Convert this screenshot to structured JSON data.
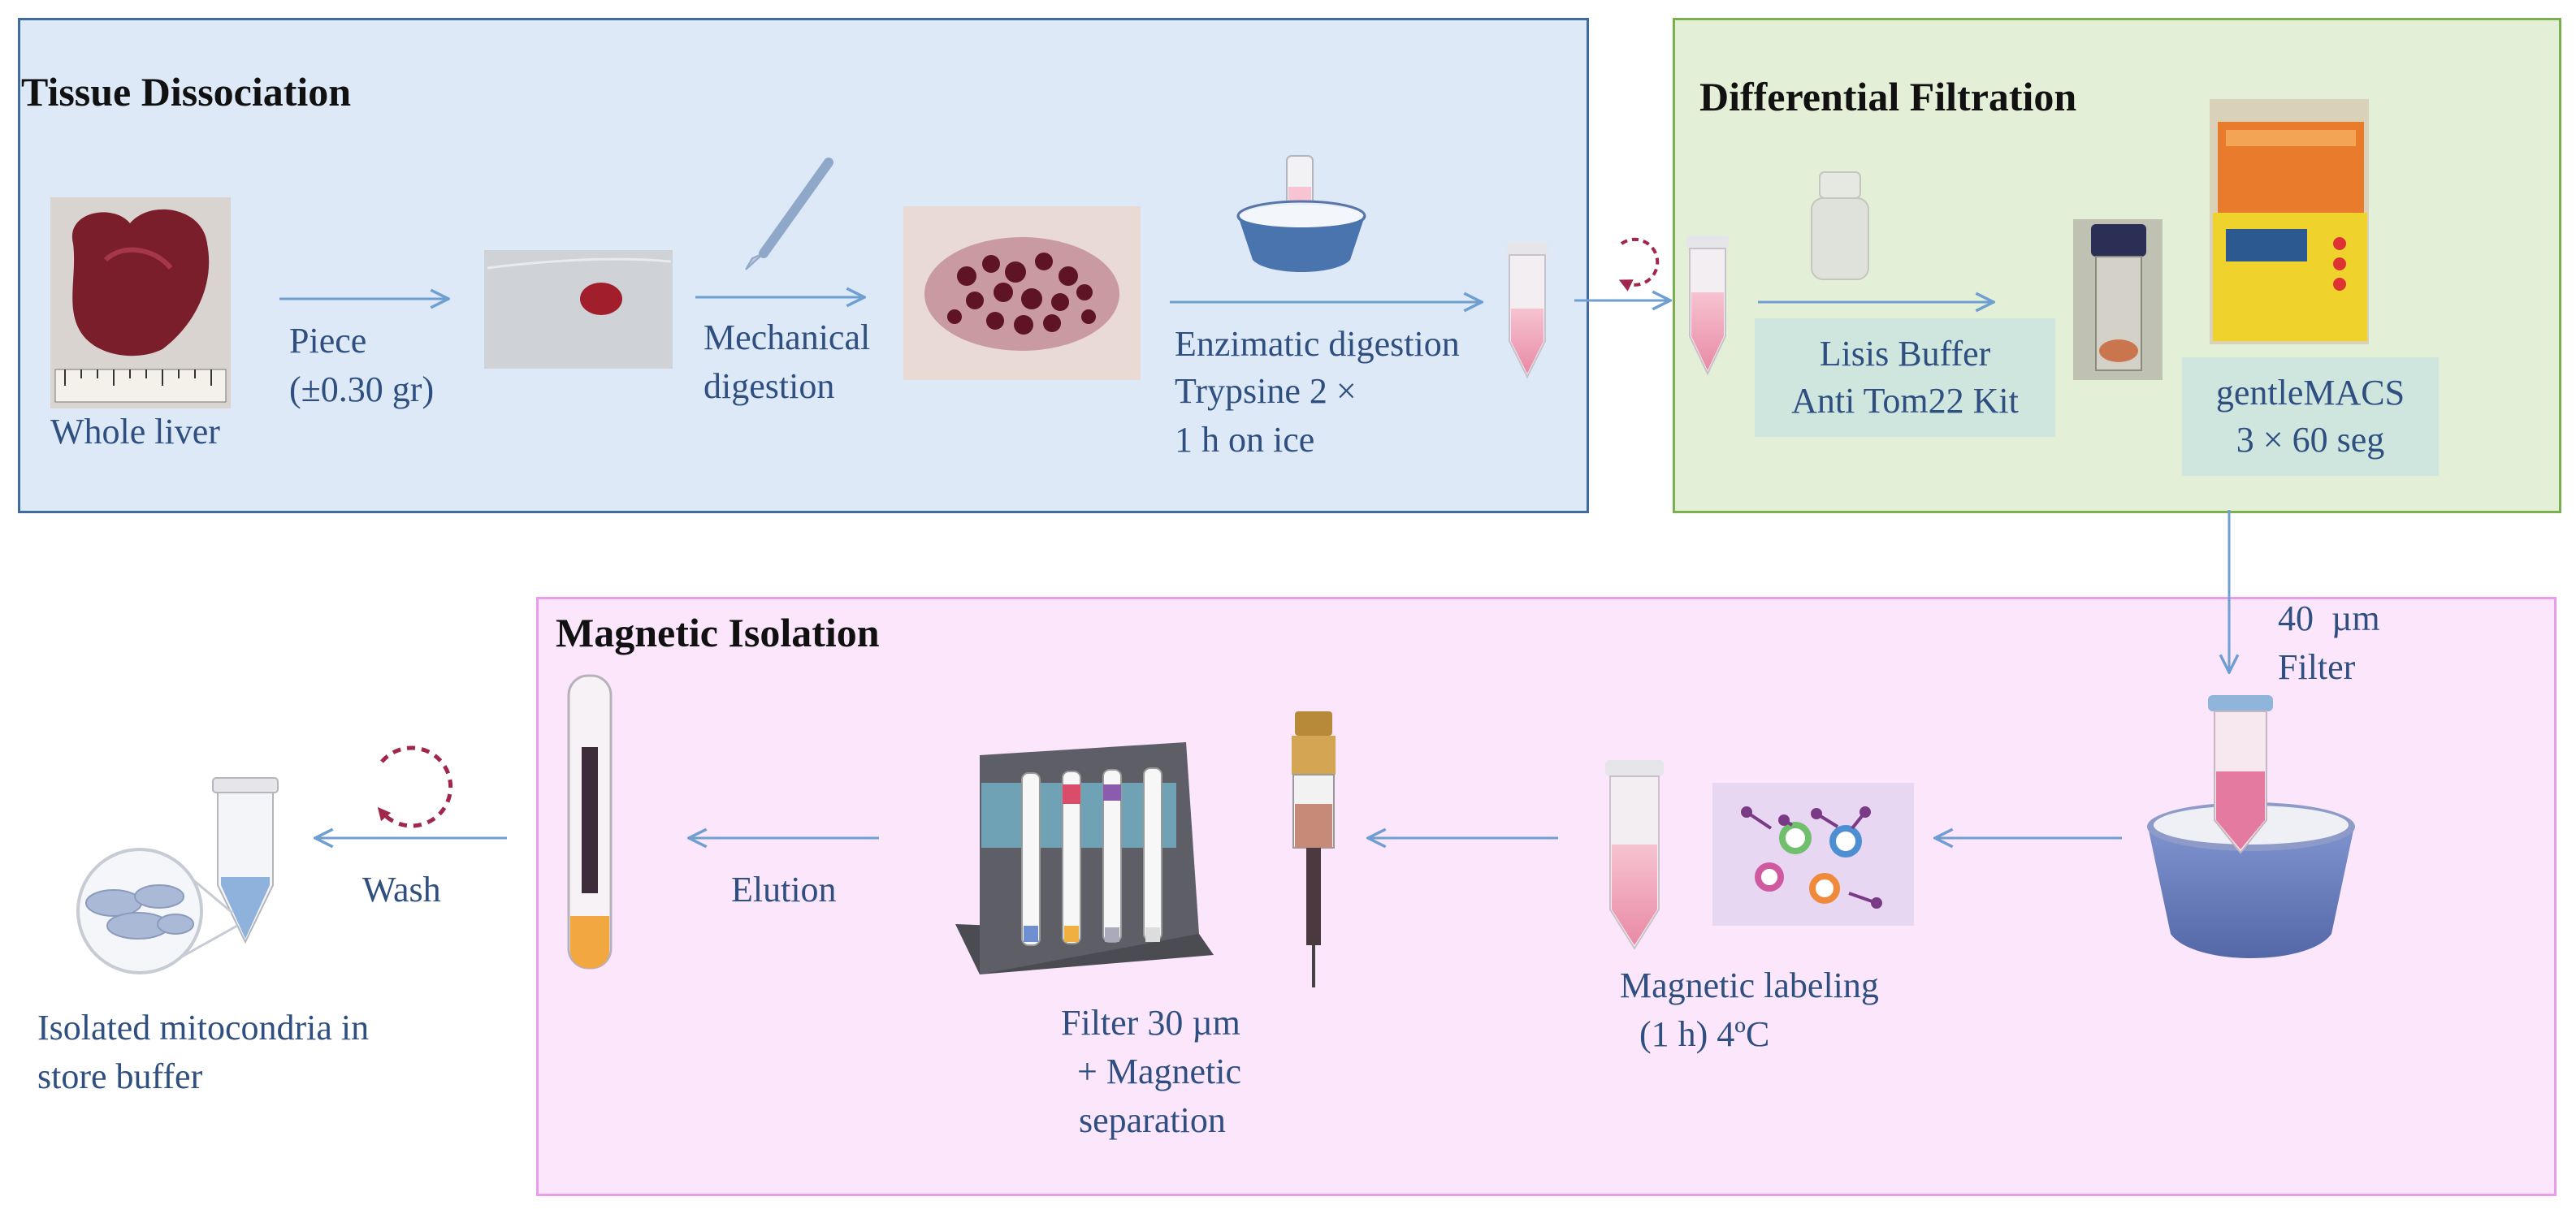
{
  "panels": {
    "tissue": {
      "title": "Tissue Dissociation",
      "fill": "#dde9f6",
      "stroke": "#3f6b9e"
    },
    "filtration": {
      "title": "Differential Filtration",
      "fill": "#e3efd7",
      "stroke": "#7ab04d"
    },
    "magnetic": {
      "title": "Magnetic Isolation",
      "fill": "#fbe6fb",
      "stroke": "#e99ce9"
    }
  },
  "labels": {
    "whole_liver": "Whole liver",
    "piece_1": "Piece",
    "piece_2": "(±0.30 gr)",
    "mechanical_1": "Mechanical",
    "mechanical_2": "digestion",
    "enzymatic_1": "Enzimatic digestion",
    "enzymatic_2": "Trypsine 2 ×",
    "enzymatic_3": "1 h on ice",
    "lisis_1": "Lisis Buffer",
    "lisis_2": "Anti Tom22 Kit",
    "gentlemacs_1": "gentleMACS",
    "gentlemacs_2": "3 × 60 seg",
    "filter40_1": "40  µm",
    "filter40_2": "Filter",
    "magnetic_labeling_1": "Magnetic labeling",
    "magnetic_labeling_2": "(1 h) 4ºC",
    "filter30_1": "Filter 30 µm",
    "filter30_2": "+ Magnetic",
    "filter30_3": "separation",
    "elution": "Elution",
    "wash": "Wash",
    "isolated_1": "Isolated mitocondria in",
    "isolated_2": "store buffer"
  },
  "colors": {
    "arrow": "#6f9fd0",
    "text": "#2f4f80",
    "label_box": "#cfe6df",
    "dashed_circle": "#a0264a"
  },
  "icons": [
    "liver-photo",
    "liver-piece-photo",
    "scalpel-icon",
    "digested-tissue-photo",
    "ice-bowl-icon",
    "pink-tube-icon",
    "buffer-bottle-icon",
    "sample-vial-photo",
    "gentlemacs-device-photo",
    "tube-on-ice-icon",
    "magnetic-beads-icon",
    "magnetic-column-icon",
    "magnetic-rack-icon",
    "elution-tube-icon",
    "microtube-icon",
    "mitochondria-magnifier-icon",
    "rotation-icon"
  ]
}
